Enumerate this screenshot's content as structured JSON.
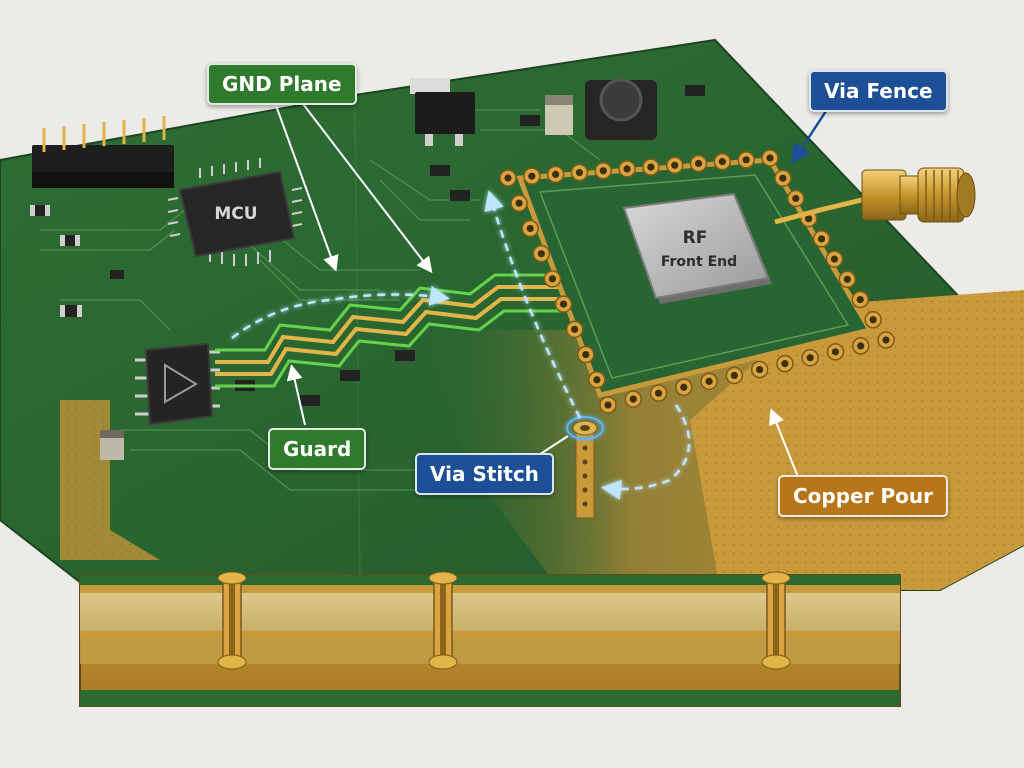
{
  "labels": {
    "gnd_plane": "GND Plane",
    "via_fence": "Via Fence",
    "guard": "Guard",
    "via_stitch": "Via Stitch",
    "copper_pour": "Copper Pour"
  },
  "chips": {
    "mcu": "MCU",
    "rf_line1": "RF",
    "rf_line2": "Front End"
  },
  "colors": {
    "board_green": "#2c6a32",
    "copper": "#c89a3c",
    "via_gold": "#d9a441",
    "arrow_blue": "#5fb4ff",
    "label_green": "#2f7a2c",
    "label_blue": "#1d4f96",
    "label_amber": "#b77418"
  }
}
